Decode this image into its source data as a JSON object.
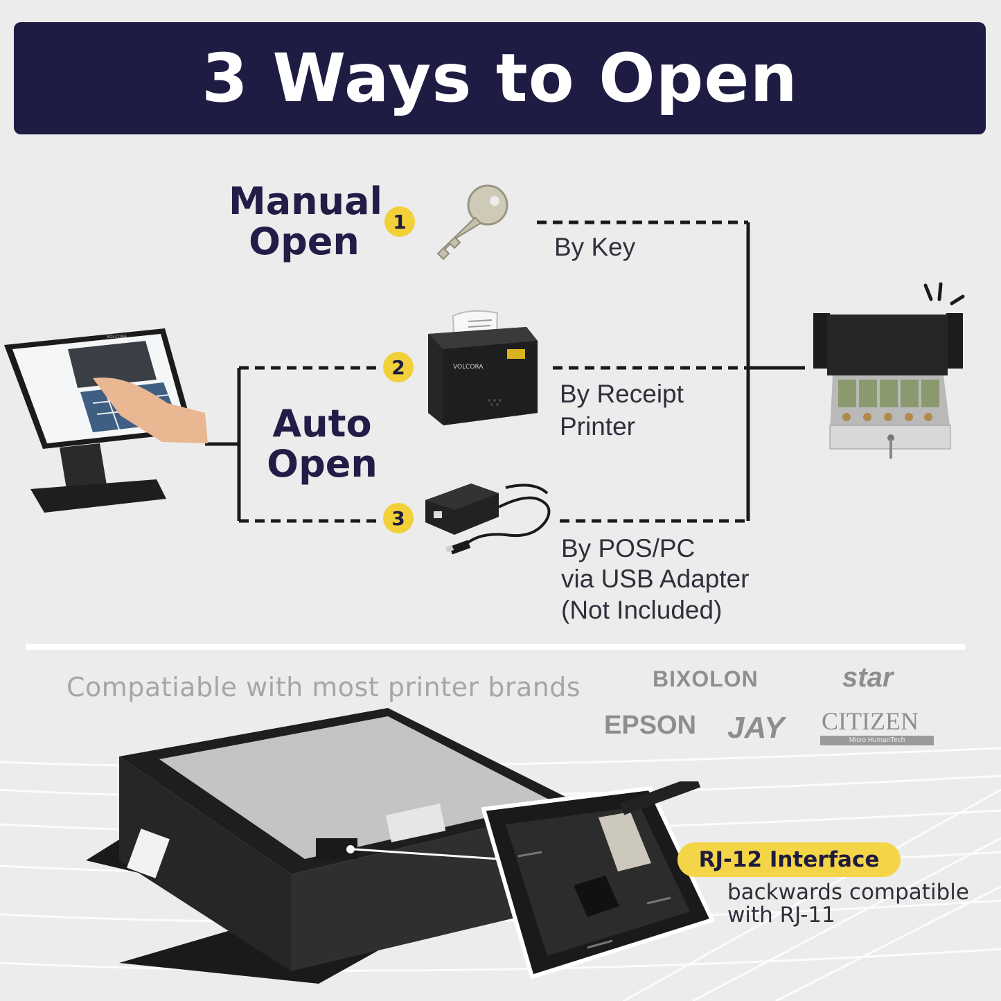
{
  "banner": {
    "title": "3 Ways to Open"
  },
  "manual": {
    "heading_line1": "Manual",
    "heading_line2": "Open"
  },
  "auto": {
    "heading_line1": "Auto",
    "heading_line2": "Open"
  },
  "methods": [
    {
      "number": "1",
      "label_line1": "By Key",
      "label_line2": "",
      "label_line3": ""
    },
    {
      "number": "2",
      "label_line1": "By Receipt",
      "label_line2": "Printer",
      "label_line3": ""
    },
    {
      "number": "3",
      "label_line1": "By POS/PC",
      "label_line2": "via USB Adapter",
      "label_line3": "(Not Included)"
    }
  ],
  "compat": {
    "text": "Compatiable with most printer brands"
  },
  "brands": {
    "bixolon": "BIXOLON",
    "star": "star",
    "epson": "EPSON",
    "jay": "JAY",
    "citizen": "CITIZEN",
    "citizen_sub": "Micro HumanTech"
  },
  "device_text": {
    "monitor_brand": "VOLCORA",
    "printer_brand": "VOLCORA"
  },
  "interface": {
    "label": "RJ-12 Interface",
    "note_line1": "backwards compatible",
    "note_line2": "with RJ-11"
  },
  "colors": {
    "banner": "#1f1c44",
    "badge": "#f2d03a",
    "pill": "#f4d548",
    "text_dark": "#211d47"
  }
}
